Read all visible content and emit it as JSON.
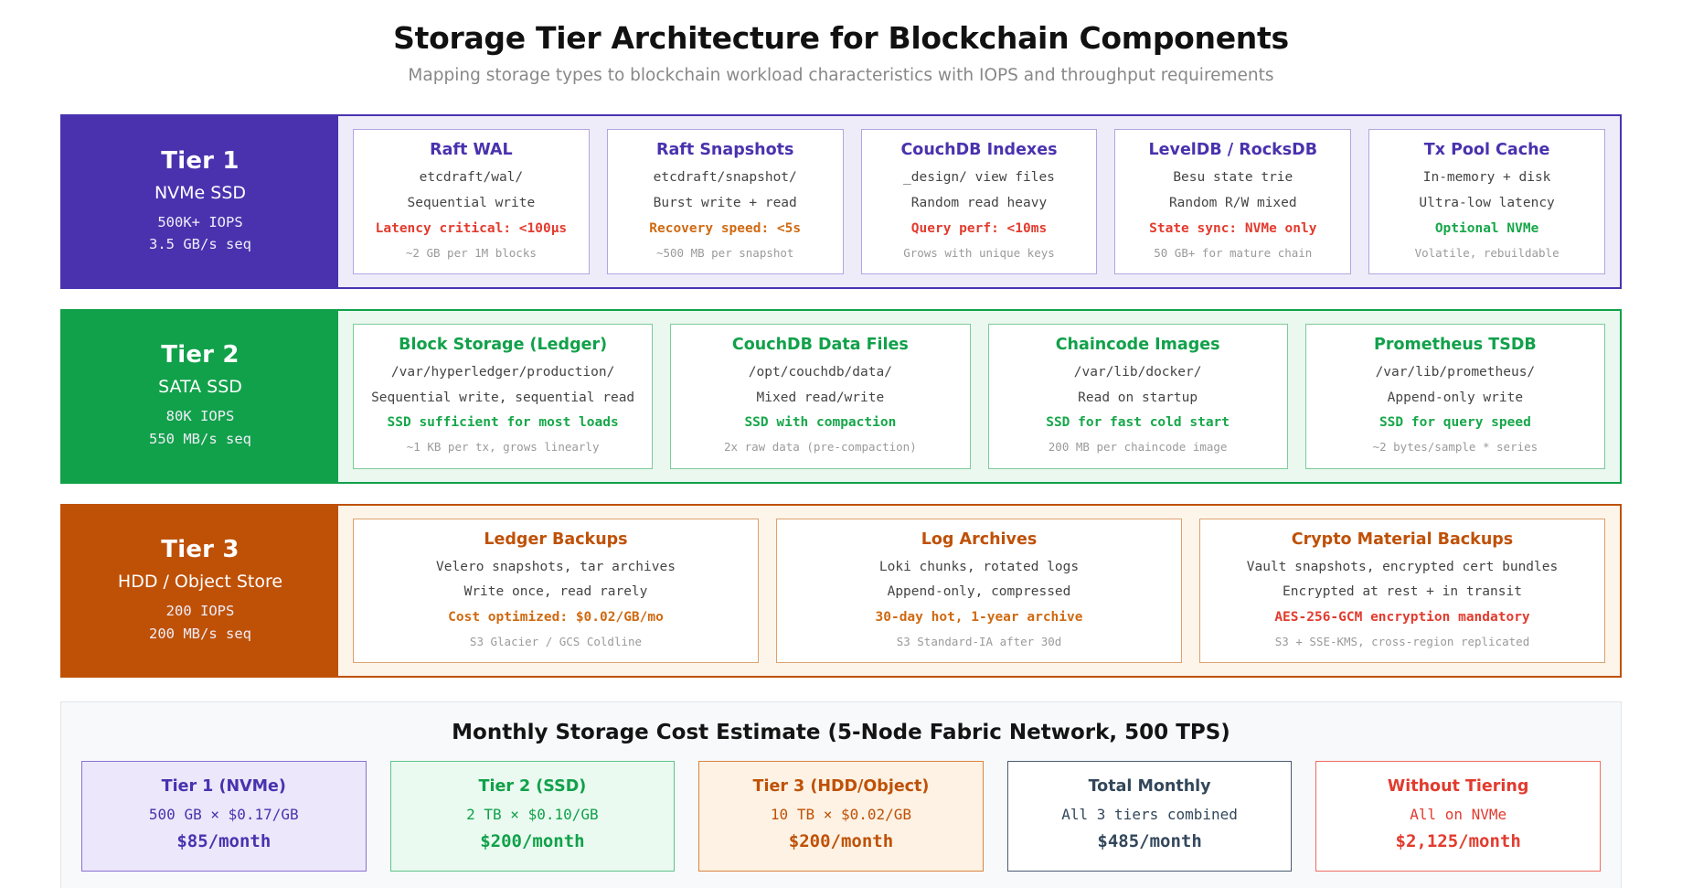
{
  "header": {
    "title": "Storage Tier Architecture for Blockchain Components",
    "subtitle": "Mapping storage types to blockchain workload characteristics with IOPS and throughput requirements"
  },
  "colors": {
    "tier1_accent": "#4a32ae",
    "tier1_band": "#efecfa",
    "tier1_card_border": "#b3a5e0",
    "tier2_accent": "#11a14a",
    "tier2_band": "#eaf8ef",
    "tier2_card_border": "#7dcb9b",
    "tier3_accent": "#bf5107",
    "tier3_band": "#fdf5e9",
    "tier3_card_border": "#dda170",
    "red": "#e23b2e",
    "orange": "#cf6a12",
    "green": "#17a74a",
    "slate": "#33475b",
    "note_gray": "#9a9a9a"
  },
  "tiers": [
    {
      "name": "Tier 1",
      "media": "NVMe SSD",
      "iops": "500K+ IOPS",
      "throughput": "3.5 GB/s seq",
      "accent": "#4a32ae",
      "band": "#efecfa",
      "card_border": "#b3a5e0",
      "cards": [
        {
          "title": "Raft WAL",
          "path": "etcdraft/wal/",
          "pattern": "Sequential write",
          "requirement": "Latency critical: <100µs",
          "requirement_color": "#e23b2e",
          "note": "~2 GB per 1M blocks"
        },
        {
          "title": "Raft Snapshots",
          "path": "etcdraft/snapshot/",
          "pattern": "Burst write + read",
          "requirement": "Recovery speed: <5s",
          "requirement_color": "#cf6a12",
          "note": "~500 MB per snapshot"
        },
        {
          "title": "CouchDB Indexes",
          "path": "_design/ view files",
          "pattern": "Random read heavy",
          "requirement": "Query perf: <10ms",
          "requirement_color": "#e23b2e",
          "note": "Grows with unique keys"
        },
        {
          "title": "LevelDB / RocksDB",
          "path": "Besu state trie",
          "pattern": "Random R/W mixed",
          "requirement": "State sync: NVMe only",
          "requirement_color": "#e23b2e",
          "note": "50 GB+ for mature chain"
        },
        {
          "title": "Tx Pool Cache",
          "path": "In-memory + disk",
          "pattern": "Ultra-low latency",
          "requirement": "Optional NVMe",
          "requirement_color": "#17a74a",
          "note": "Volatile, rebuildable"
        }
      ]
    },
    {
      "name": "Tier 2",
      "media": "SATA SSD",
      "iops": "80K IOPS",
      "throughput": "550 MB/s seq",
      "accent": "#11a14a",
      "band": "#eaf8ef",
      "card_border": "#7dcb9b",
      "cards": [
        {
          "title": "Block Storage (Ledger)",
          "path": "/var/hyperledger/production/",
          "pattern": "Sequential write, sequential read",
          "requirement": "SSD sufficient for most loads",
          "requirement_color": "#17a74a",
          "note": "~1 KB per tx, grows linearly"
        },
        {
          "title": "CouchDB Data Files",
          "path": "/opt/couchdb/data/",
          "pattern": "Mixed read/write",
          "requirement": "SSD with compaction",
          "requirement_color": "#17a74a",
          "note": "2x raw data (pre-compaction)"
        },
        {
          "title": "Chaincode Images",
          "path": "/var/lib/docker/",
          "pattern": "Read on startup",
          "requirement": "SSD for fast cold start",
          "requirement_color": "#17a74a",
          "note": "200 MB per chaincode image"
        },
        {
          "title": "Prometheus TSDB",
          "path": "/var/lib/prometheus/",
          "pattern": "Append-only write",
          "requirement": "SSD for query speed",
          "requirement_color": "#17a74a",
          "note": "~2 bytes/sample * series"
        }
      ]
    },
    {
      "name": "Tier 3",
      "media": "HDD / Object Store",
      "iops": "200 IOPS",
      "throughput": "200 MB/s seq",
      "accent": "#bf5107",
      "band": "#fdf5e9",
      "card_border": "#dda170",
      "cards": [
        {
          "title": "Ledger Backups",
          "path": "Velero snapshots, tar archives",
          "pattern": "Write once, read rarely",
          "requirement": "Cost optimized: $0.02/GB/mo",
          "requirement_color": "#cf6a12",
          "note": "S3 Glacier / GCS Coldline"
        },
        {
          "title": "Log Archives",
          "path": "Loki chunks, rotated logs",
          "pattern": "Append-only, compressed",
          "requirement": "30-day hot, 1-year archive",
          "requirement_color": "#cf6a12",
          "note": "S3 Standard-IA after 30d"
        },
        {
          "title": "Crypto Material Backups",
          "path": "Vault snapshots, encrypted cert bundles",
          "pattern": "Encrypted at rest + in transit",
          "requirement": "AES-256-GCM encryption mandatory",
          "requirement_color": "#e23b2e",
          "note": "S3 + SSE-KMS, cross-region replicated"
        }
      ]
    }
  ],
  "cost": {
    "title": "Monthly Storage Cost Estimate (5-Node Fabric Network, 500 TPS)",
    "cards": [
      {
        "label": "Tier 1 (NVMe)",
        "detail": "500 GB × $0.17/GB",
        "amount": "$85/month",
        "color": "#4a32ae",
        "bg": "#ece7fa",
        "border": "#8a72d4"
      },
      {
        "label": "Tier 2 (SSD)",
        "detail": "2 TB × $0.10/GB",
        "amount": "$200/month",
        "color": "#11a14a",
        "bg": "#eafaf0",
        "border": "#5fc489"
      },
      {
        "label": "Tier 3 (HDD/Object)",
        "detail": "10 TB × $0.02/GB",
        "amount": "$200/month",
        "color": "#bf5107",
        "bg": "#fdf2e3",
        "border": "#d9843f"
      },
      {
        "label": "Total Monthly",
        "detail": "All 3 tiers combined",
        "amount": "$485/month",
        "color": "#33475b",
        "bg": "#ffffff",
        "border": "#4a5d70"
      },
      {
        "label": "Without Tiering",
        "detail": "All on NVMe",
        "amount": "$2,125/month",
        "color": "#e23b2e",
        "bg": "#ffffff",
        "border": "#ef6d62"
      }
    ]
  }
}
